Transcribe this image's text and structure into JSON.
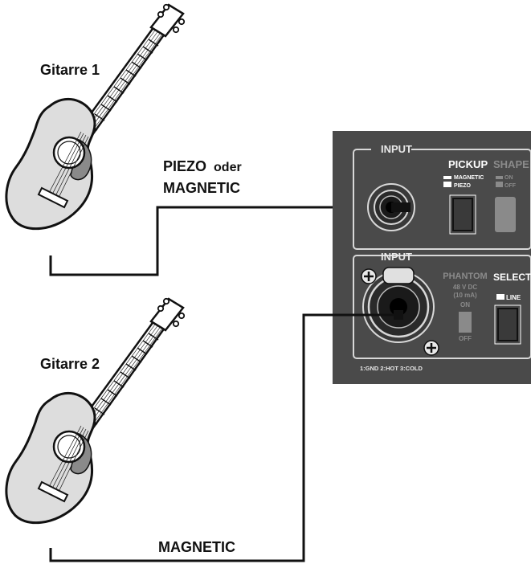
{
  "guitar1": {
    "label": "Gitarre 1"
  },
  "guitar2": {
    "label": "Gitarre 2"
  },
  "cable1": {
    "label_main": "PIEZO",
    "label_oder": "oder",
    "label_second": "MAGNETIC"
  },
  "cable2": {
    "label": "MAGNETIC"
  },
  "panel_top": {
    "input_label": "INPUT",
    "pickup_label": "PICKUP",
    "pickup_magnetic": "MAGNETIC",
    "pickup_piezo": "PIEZO",
    "shape_label": "SHAPE",
    "shape_on": "ON",
    "shape_off": "OFF"
  },
  "panel_bottom": {
    "input_label": "INPUT",
    "phantom_label": "PHANTOM",
    "phantom_voltage": "48 V DC",
    "phantom_current": "(10 mA)",
    "phantom_on": "ON",
    "phantom_off": "OFF",
    "select_label": "SELECT",
    "select_line": "LINE",
    "pinout": "1:GND 2:HOT 3:COLD"
  },
  "colors": {
    "panel": "#4a4a4a",
    "panel_light": "#d8d8d8",
    "guitar_body": "#dddddd",
    "guard": "#8a8a8a"
  }
}
